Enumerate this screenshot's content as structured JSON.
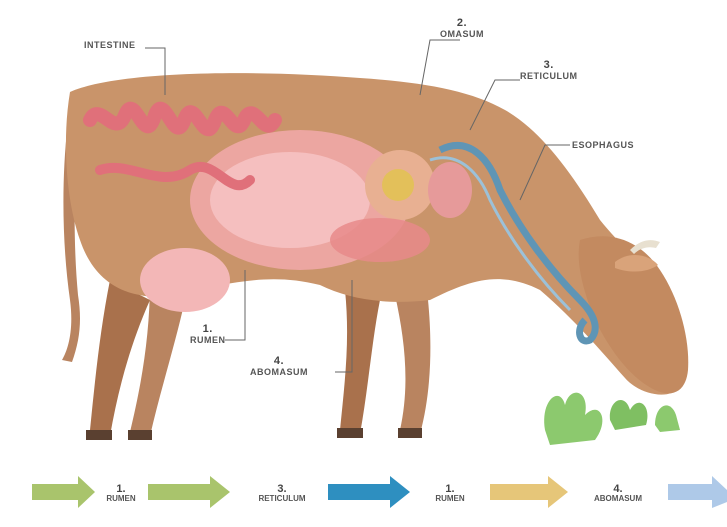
{
  "title": "",
  "labels": {
    "intestine": "INTESTINE",
    "omasum": {
      "number": "2.",
      "name": "OMASUM"
    },
    "reticulum": {
      "number": "3.",
      "name": "RETICULUM"
    },
    "esophagus": "ESOPHAGUS",
    "rumen": {
      "number": "1.",
      "name": "RUMEN"
    },
    "abomasum": {
      "number": "4.",
      "name": "ABOMASUM"
    }
  },
  "flow": [
    {
      "number": "1.",
      "name": "RUMEN",
      "color": "#a9c46c"
    },
    {
      "number": "3.",
      "name": "RETICULUM",
      "color": "#a9c46c"
    },
    {
      "number": "1.",
      "name": "RUMEN",
      "color": "#2e8fc0"
    },
    {
      "number": "4.",
      "name": "ABOMASUM",
      "color": "#e6c679"
    }
  ],
  "flow_end_arrow_color": "#aec9e8",
  "colors": {
    "body": "#c9946a",
    "body_shade": "#a9714c",
    "intestine": "#e0707a",
    "rumen": "#f0a7a7",
    "esophagus": "#5f95b5",
    "grass": "#8cc96e"
  }
}
